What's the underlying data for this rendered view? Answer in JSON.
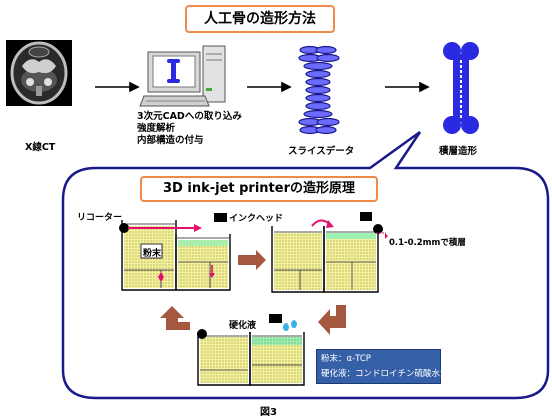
{
  "title": "人工骨の造形方法",
  "steps": {
    "ct_label": "X線CT",
    "cad_lines": [
      "3次元CADへの取り込み",
      "強度解析",
      "内部構造の付与"
    ],
    "slice_label": "スライスデータ",
    "build_label": "積層造形"
  },
  "printer": {
    "title": "3D ink-jet printerの造形原理",
    "recoater_label": "リコーター",
    "inkhead_label": "インクヘッド",
    "powder_label": "粉末",
    "layer_label": "0.1-0.2mmで積層",
    "hardener_label": "硬化液"
  },
  "info_box": {
    "line1": "粉末：α-TCP",
    "line2": "硬化液：コンドロイチン硫酸水溶液"
  },
  "caption": "図3",
  "colors": {
    "accent_orange": "#f08a4a",
    "bone_blue": "#2a2ae0",
    "bubble_stroke": "#1a1a8c",
    "powder_yellow": "#f4f19a",
    "layer_green": "#9ef0b0",
    "arrow_brown": "#a5573f",
    "recoater_arrow": "#e0126e",
    "info_bg": "#3560a8"
  }
}
